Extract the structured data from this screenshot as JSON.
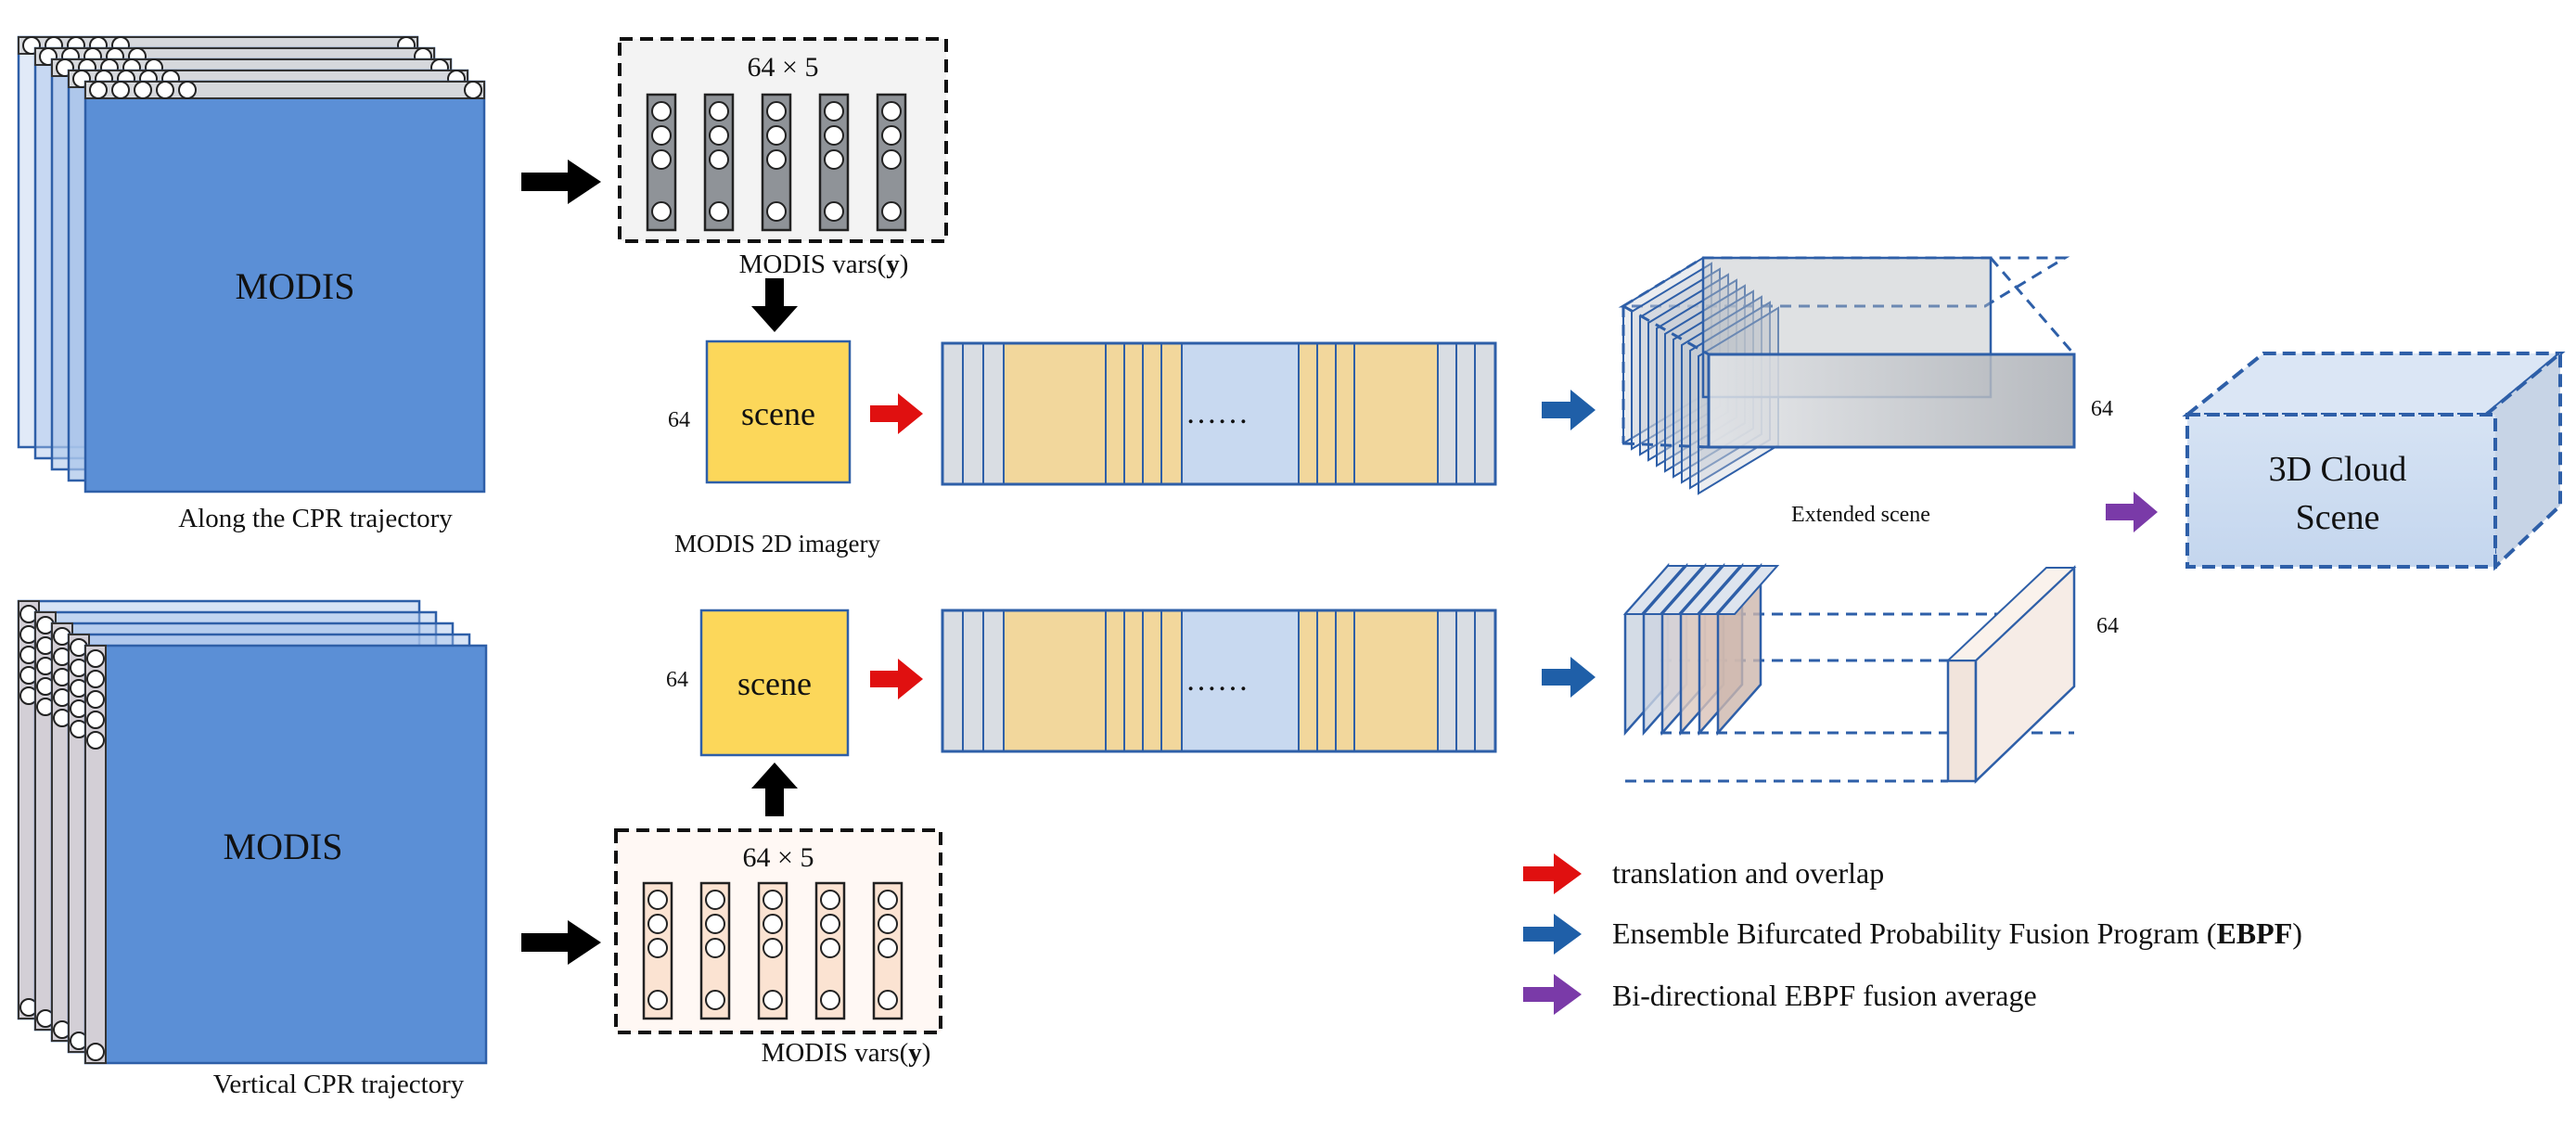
{
  "top_panel": {
    "modis_label": "MODIS",
    "trajectory_label": "Along the CPR trajectory",
    "vars_dims": "64 × 5",
    "vars_caption_prefix": "MODIS vars(",
    "vars_caption_var": "y",
    "vars_caption_suffix": ")",
    "scene_label": "scene",
    "scene_size": "64",
    "imagery_caption": "MODIS 2D imagery",
    "strip_ellipsis": "……",
    "extended_size": "64",
    "extended_caption": "Extended scene"
  },
  "bottom_panel": {
    "modis_label": "MODIS",
    "trajectory_label": "Vertical CPR trajectory",
    "vars_dims": "64 × 5",
    "vars_caption_prefix": "MODIS vars(",
    "vars_caption_var": "y",
    "vars_caption_suffix": ")",
    "scene_label": "scene",
    "scene_size": "64",
    "strip_ellipsis": "……",
    "extended_size": "64"
  },
  "output": {
    "line1": "3D Cloud",
    "line2": "Scene"
  },
  "legend": {
    "red_label": "translation and overlap",
    "blue_label_prefix": "Ensemble Bifurcated Probability Fusion Program (",
    "blue_label_bold": "EBPF",
    "blue_label_suffix": ")",
    "purple_label": "Bi-directional EBPF fusion average"
  },
  "colors": {
    "modis_fill": "#5b8fd6",
    "modis_stroke": "#2e5fa8",
    "scene_fill": "#fcd75a",
    "strip_tan": "#f2d79c",
    "strip_blue": "#c8d9f0",
    "strip_gray": "#d9dde3",
    "red_arrow": "#e01010",
    "blue_arrow": "#1f5fa8",
    "purple_arrow": "#7a3aa8",
    "box_fill": "#ccddf2",
    "box_stroke": "#2e5fa8"
  }
}
